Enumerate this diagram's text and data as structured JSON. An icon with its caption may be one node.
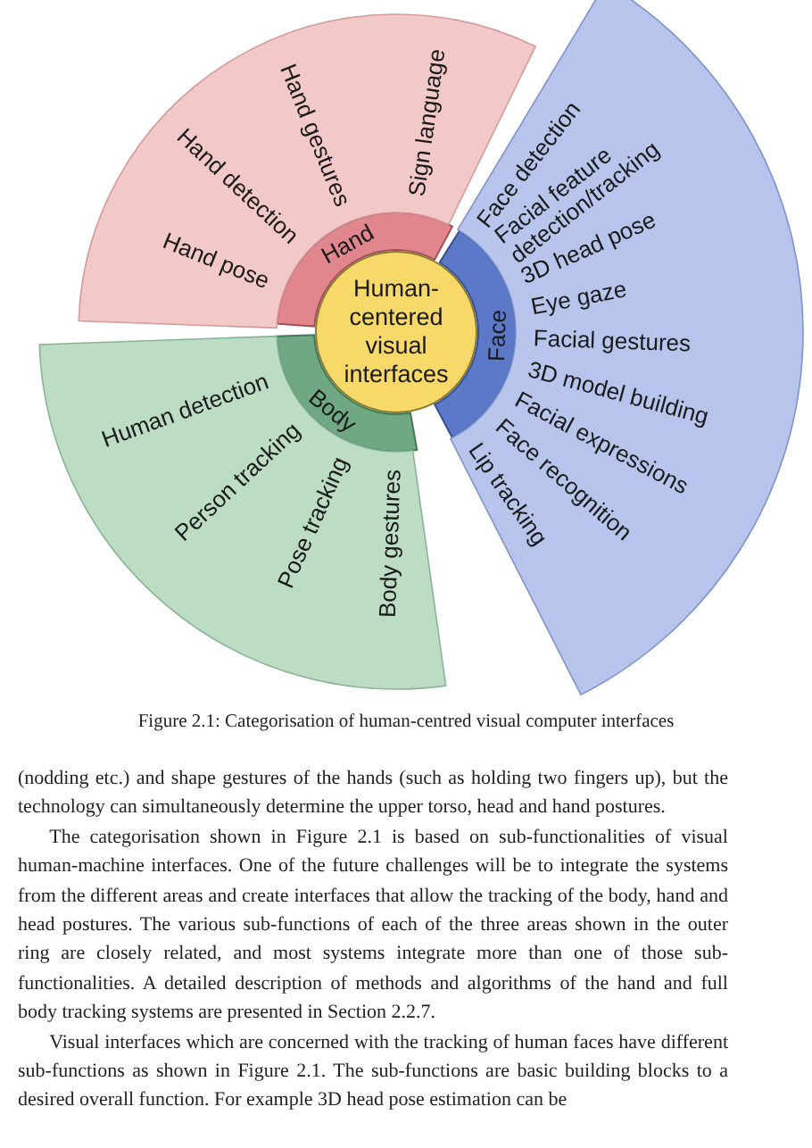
{
  "diagram": {
    "caption": "Figure 2.1: Categorisation of human-centred visual computer interfaces",
    "nodes": [
      {
        "text": [
          "Human-centered visual interfaces"
        ]
      },
      {
        "text": [
          "Hand"
        ]
      },
      {
        "text": [
          "Face"
        ]
      },
      {
        "text": [
          "Body"
        ]
      },
      {
        "text": [
          "Hand pose",
          "Hand detection",
          "Hand gestures",
          "Sign language"
        ]
      },
      {
        "text": [
          "Face detection",
          "Facial feature detection/tracking",
          "3D head pose",
          "Eye gaze",
          "Facial gestures",
          "3D model building",
          "Facial expressions",
          "Face recognition",
          "Lip tracking"
        ]
      },
      {
        "text": [
          "Human detection",
          "Person tracking",
          "Pose tracking",
          "Body gestures"
        ]
      }
    ],
    "labels": [
      "(nodding etc.) and shape gestures of the hands (such as holding two fingers up), but the technology can simultaneously determine the upper torso, head and hand postures.",
      "The categorisation shown in Figure 2.1 is based on sub-functionalities of visual human-machine interfaces. One of the future challenges will be to integrate the systems from the different areas and create interfaces that allow the tracking of the body, hand and head postures. The various sub-functions of each of the three areas shown in the outer ring are closely related, and most systems integrate more than one of those sub-functionalities. A detailed description of methods and algorithms of the hand and full body tracking systems are presented in Section 2.2.7.",
      "Visual interfaces which are concerned with the tracking of human faces have different sub-functions as shown in Figure 2.1. The sub-functions are basic building blocks to a desired overall function. For example 3D head pose estimation can be"
    ]
  }
}
